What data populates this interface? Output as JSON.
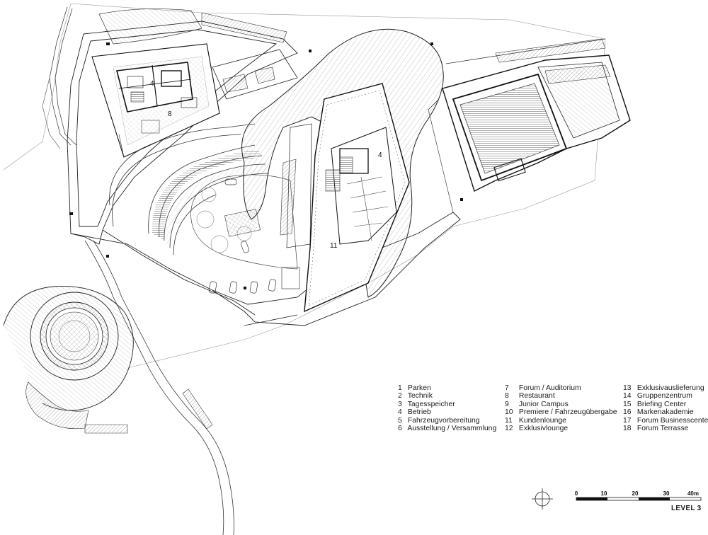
{
  "room_labels": {
    "left_building_4": "4",
    "left_building_8": "8",
    "center_building_4": "4",
    "center_building_11": "11"
  },
  "legend": {
    "col1": [
      {
        "num": "1",
        "label": "Parken"
      },
      {
        "num": "2",
        "label": "Technik"
      },
      {
        "num": "3",
        "label": "Tagesspeicher"
      },
      {
        "num": "4",
        "label": "Betrieb"
      },
      {
        "num": "5",
        "label": "Fahrzeugvorbereitung"
      },
      {
        "num": "6",
        "label": "Ausstellung / Versammlung"
      }
    ],
    "col2": [
      {
        "num": "7",
        "label": "Forum / Auditorium"
      },
      {
        "num": "8",
        "label": "Restaurant"
      },
      {
        "num": "9",
        "label": "Junior Campus"
      },
      {
        "num": "10",
        "label": "Premiere / Fahrzeugübergabe"
      },
      {
        "num": "11",
        "label": "Kundenlounge"
      },
      {
        "num": "12",
        "label": "Exklusivlounge"
      }
    ],
    "col3": [
      {
        "num": "13",
        "label": "Exklusivauslieferung"
      },
      {
        "num": "14",
        "label": "Gruppenzentrum"
      },
      {
        "num": "15",
        "label": "Briefing Center"
      },
      {
        "num": "16",
        "label": "Markenakademie"
      },
      {
        "num": "17",
        "label": "Forum Businesscenter"
      },
      {
        "num": "18",
        "label": "Forum Terrasse"
      }
    ]
  },
  "scale_bar": {
    "ticks": [
      "0",
      "10",
      "20",
      "30",
      "40m"
    ]
  },
  "level_label": "LEVEL 3",
  "icons": {
    "north": "north-arrow-icon"
  }
}
